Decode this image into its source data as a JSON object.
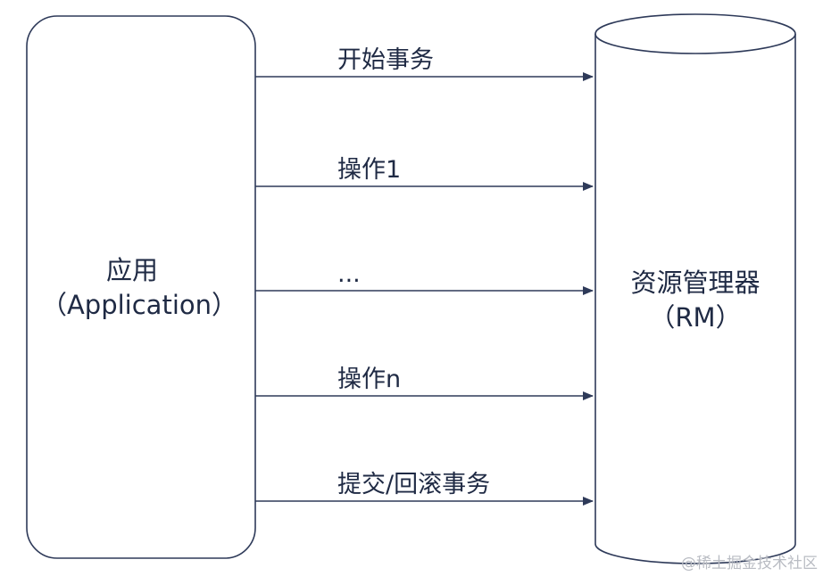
{
  "application": {
    "label": "应用",
    "sublabel": "（Application）"
  },
  "resource_manager": {
    "label": "资源管理器",
    "sublabel": "（RM）"
  },
  "arrows": [
    {
      "label": "开始事务"
    },
    {
      "label": "操作1"
    },
    {
      "label": "..."
    },
    {
      "label": "操作n"
    },
    {
      "label": "提交/回滚事务"
    }
  ],
  "watermark": "@稀土掘金技术社区",
  "colors": {
    "stroke": "#2e3a59",
    "arrow": "#2e3a59",
    "text": "#1f2a44",
    "background": "#ffffff"
  }
}
